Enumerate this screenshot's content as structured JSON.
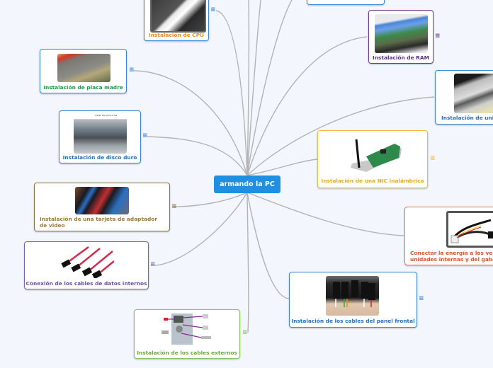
{
  "central_topic": {
    "label": "armando la PC",
    "color": "#1e8fe1"
  },
  "topics": [
    {
      "id": "cpu",
      "label": "Instalación de CPU",
      "color": "#f08c1e",
      "border": "#3b87d8",
      "image": "cpu-install-photo"
    },
    {
      "id": "placa",
      "label": "Instalación de placa madre",
      "color": "#1e9b4b",
      "border": "#3b87d8",
      "image": "motherboard-photo"
    },
    {
      "id": "disco",
      "label": "Instalación de disco duro",
      "color": "#1f6fc4",
      "border": "#3b87d8",
      "image": "hard-drive-photo",
      "image_caption": "Install the hard drive"
    },
    {
      "id": "video",
      "label": "Instalación de una tarjeta de adaptador de video",
      "color": "#9a7b3a",
      "border": "#8b7448",
      "image": "video-card-photo"
    },
    {
      "id": "datos",
      "label": "Conexión de los cables de datos internos",
      "color": "#6a4fa3",
      "border": "#7a64b0",
      "image": "sata-cables-photo"
    },
    {
      "id": "externos",
      "label": "Instalación de los cables externos",
      "color": "#6aa53a",
      "border": "#8cc25a",
      "image": "external-cables-diagram"
    },
    {
      "id": "ram",
      "label": "Instalación de RAM",
      "color": "#5a2a82",
      "border": "#6b3a90",
      "image": "ram-install-photo"
    },
    {
      "id": "unidad",
      "label": "Instalación de unid",
      "color": "#1f6fc4",
      "border": "#3b87d8",
      "image": "optical-drive-photo"
    },
    {
      "id": "nic",
      "label": "Instalación de una NIC inalámbrica",
      "color": "#e8a91e",
      "border": "#f0b840",
      "image": "wireless-nic-photo"
    },
    {
      "id": "energia",
      "label": "Conectar la energía a los vent unidades internas y del gabin",
      "label_line1": "Conectar la energía a los vent",
      "label_line2": "unidades internas y del gabin",
      "color": "#e0532a",
      "border": "#e57b55",
      "image": "power-cables-photo"
    },
    {
      "id": "panel",
      "label": "Instalación de los cables del panel frontal",
      "color": "#1f6fc4",
      "border": "#3b87d8",
      "image": "front-panel-cables-photo"
    }
  ],
  "menu_icon": "≡",
  "link_color": "#b0b0b0"
}
